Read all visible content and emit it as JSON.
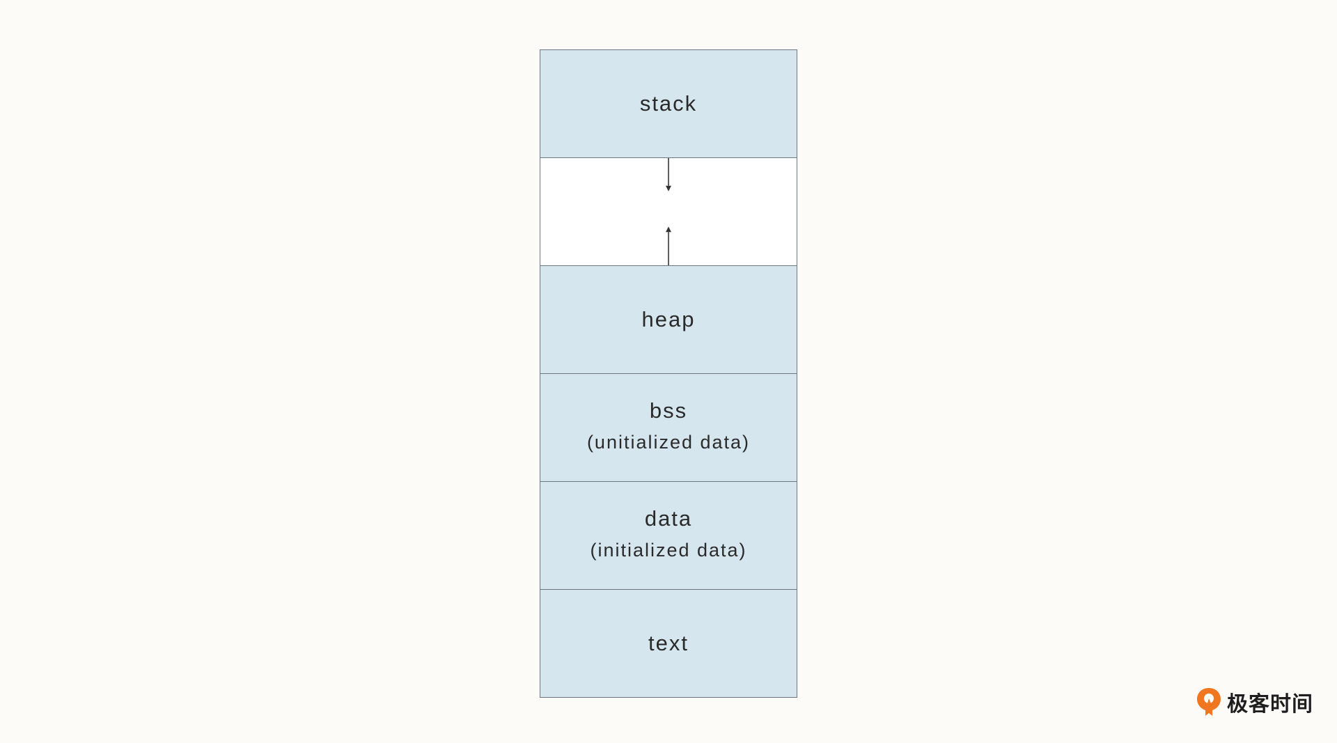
{
  "segments": [
    {
      "id": "stack",
      "name": "stack",
      "desc": ""
    },
    {
      "id": "gap",
      "name": "",
      "desc": ""
    },
    {
      "id": "heap",
      "name": "heap",
      "desc": ""
    },
    {
      "id": "bss",
      "name": "bss",
      "desc": "(unitialized data)"
    },
    {
      "id": "data",
      "name": "data",
      "desc": "(initialized data)"
    },
    {
      "id": "text",
      "name": "text",
      "desc": ""
    }
  ],
  "brand": {
    "text": "极客时间",
    "icon": "geektime-logo-icon",
    "color": "#f0761f"
  },
  "colors": {
    "segment_fill": "#d6e6ee",
    "gap_fill": "#ffffff",
    "border": "#6b7680",
    "background": "#fcfbf8"
  }
}
